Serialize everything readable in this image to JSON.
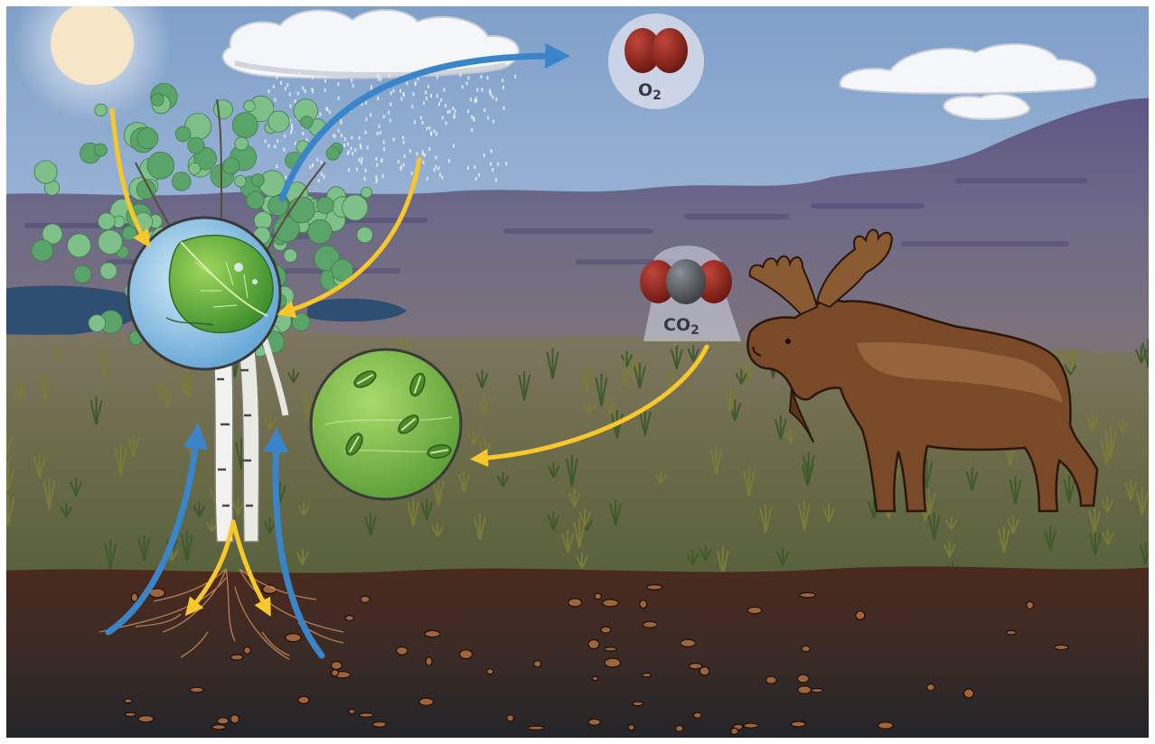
{
  "molecules": {
    "oxygen": {
      "label_main": "O",
      "label_sub": "2"
    },
    "carbon_dioxide": {
      "label_main": "CO",
      "label_sub": "2"
    }
  },
  "arrows": {
    "sunlight": {
      "color": "#f7c72c"
    },
    "water_transport": {
      "color": "#3a84c9"
    }
  },
  "icons": [
    "sun-icon",
    "cloud-icon",
    "rain-icon",
    "tree-icon",
    "leaf-icon",
    "stomata-icon",
    "moose-icon",
    "roots-icon"
  ]
}
